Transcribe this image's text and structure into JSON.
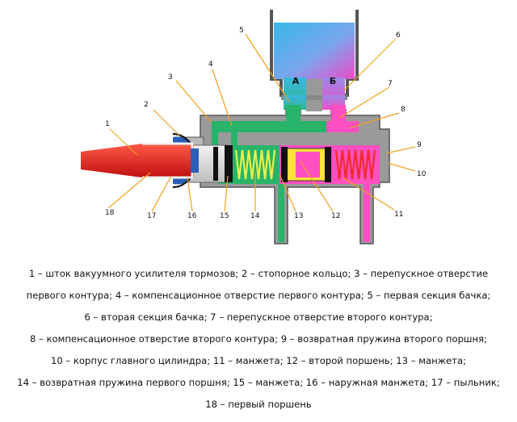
{
  "diagram": {
    "callouts": [
      "1",
      "2",
      "3",
      "4",
      "5",
      "6",
      "7",
      "8",
      "9",
      "10",
      "11",
      "12",
      "13",
      "14",
      "15",
      "16",
      "17",
      "18"
    ],
    "section_labels": [
      "А",
      "Б"
    ],
    "colors": {
      "body": "#9a9a9a",
      "reservoir_top": "#36b7e6",
      "reservoir_pink": "#f04bc8",
      "fluid_green": "#28b46a",
      "pink_chamber": "#ff4fc0",
      "rod": "#e8201e",
      "piston": "#ffe23a",
      "cuff": "#111111",
      "boot": "#2a5fb8",
      "spring_green": "#e8f04a",
      "spring_red": "#f02a2a",
      "leader": "#f0a020"
    }
  },
  "legend": {
    "lines": [
      "1 – шток вакуумного усилителя тормозов; 2 – стопорное кольцо; 3 – перепускное отверстие",
      "первого контура; 4 – компенсационное отверстие первого контура; 5 – первая секция бачка;",
      "6 – вторая секция бачка; 7 – перепускное отверстие второго контура;",
      "8 – компенсационное отверстие второго контура; 9 – возвратная пружина второго поршня;",
      "10 – корпус главного цилиндра; 11 – манжета; 12 – второй поршень; 13 – манжета;",
      "14 – возвратная пружина первого поршня; 15 – манжета; 16 – наружная манжета; 17 – пыльник;",
      "18 – первый поршень"
    ]
  }
}
